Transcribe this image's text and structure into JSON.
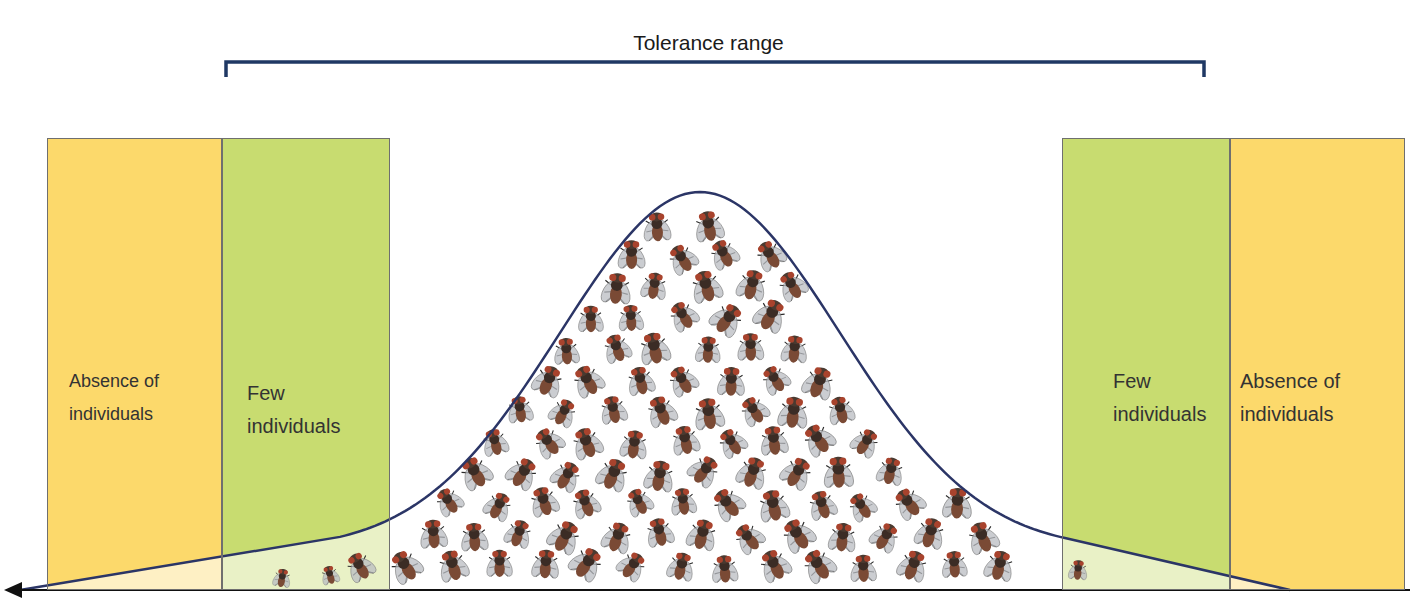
{
  "diagram": {
    "title": "Tolerance range",
    "nodes": [
      {
        "text": [
          "Absence of individuals"
        ]
      },
      {
        "text": [
          "Few individuals"
        ]
      },
      {
        "text": [
          "Few individuals"
        ]
      },
      {
        "text": [
          "Absence of individuals"
        ]
      }
    ]
  }
}
